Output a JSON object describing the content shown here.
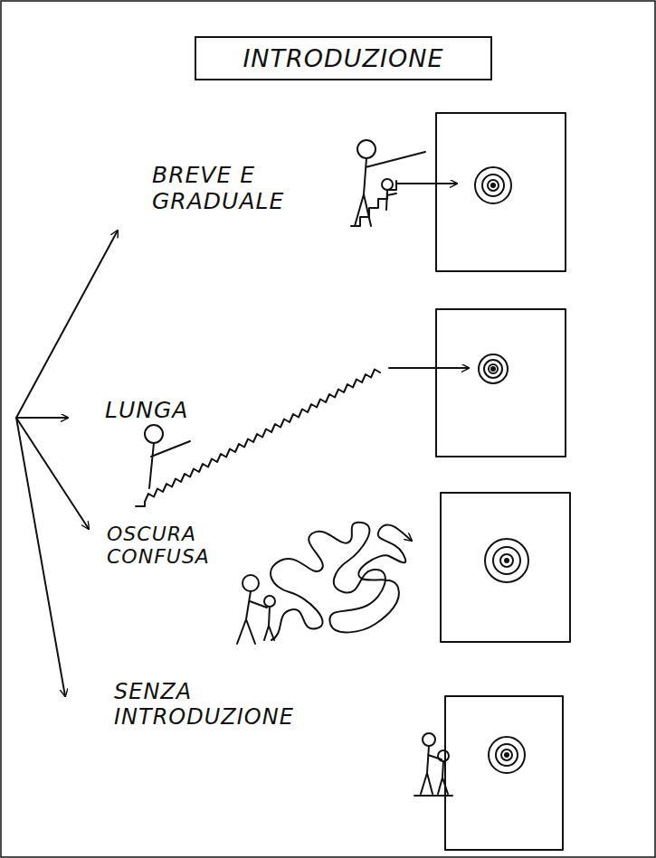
{
  "diagram": {
    "title": "INTRODUZIONE",
    "labels": [
      "BREVE E GRADUALE",
      "LUNGA",
      "OSCURA CONFUSA",
      "SENZA INTRODUZIONE"
    ]
  }
}
